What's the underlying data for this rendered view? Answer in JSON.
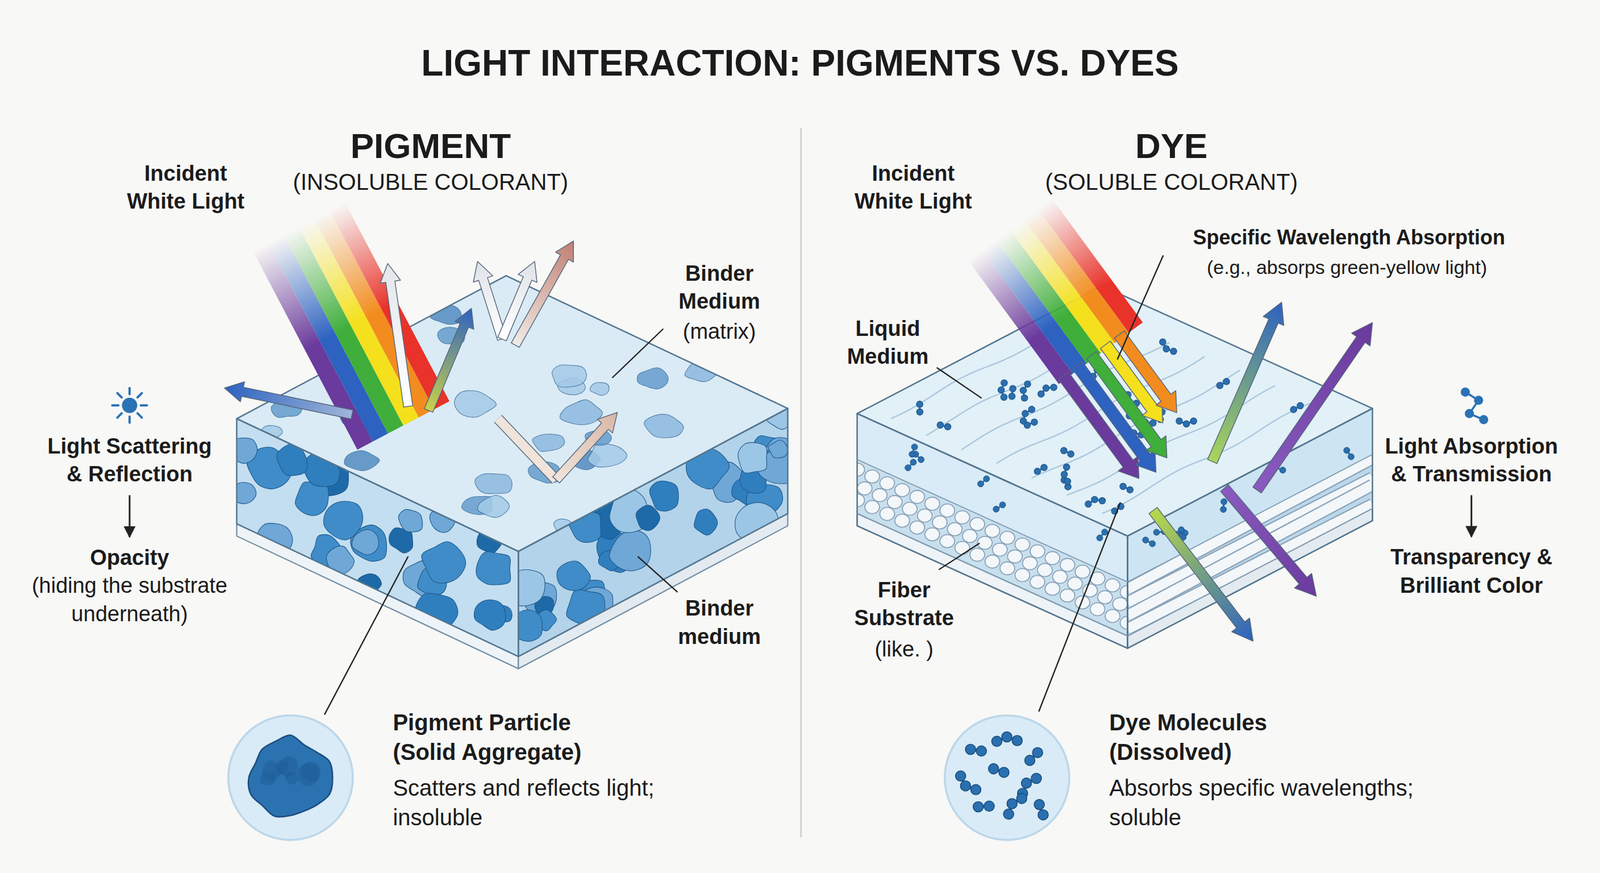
{
  "diagram": {
    "title": "LIGHT INTERACTION: PIGMENTS VS. DYES",
    "nodes": [
      {
        "text": [
          "Light Scattering & Reflection"
        ]
      },
      {
        "text": [
          "Opacity",
          "(hiding the substrate underneath)"
        ]
      },
      {
        "text": [
          "Pigment Particle (Solid Aggregate)",
          "Scatters and reflects light; insoluble"
        ]
      },
      {
        "text": [
          "Light Absorption & Transmission"
        ]
      },
      {
        "text": [
          "Transparency & Brilliant Color"
        ]
      },
      {
        "text": [
          "Dye Molecules (Dissolved)",
          "Absorbs specific wavelengths; soluble"
        ]
      }
    ],
    "edges": [
      {
        "from": 0,
        "to": 1,
        "arrow": "to"
      },
      {
        "from": 3,
        "to": 4,
        "arrow": "to"
      }
    ],
    "labels": [
      "PIGMENT",
      "(INSOLUBLE COLORANT)",
      "DYE",
      "(SOLUBLE COLORANT)",
      "Incident White Light",
      "Incident White Light",
      "Specific Wavelength Absorption",
      "(e.g., absorps green-yellow light)",
      "Binder Medium",
      "(matrix)",
      "Liquid Medium",
      "Binder medium",
      "Fiber Substrate",
      "(like. )"
    ]
  }
}
